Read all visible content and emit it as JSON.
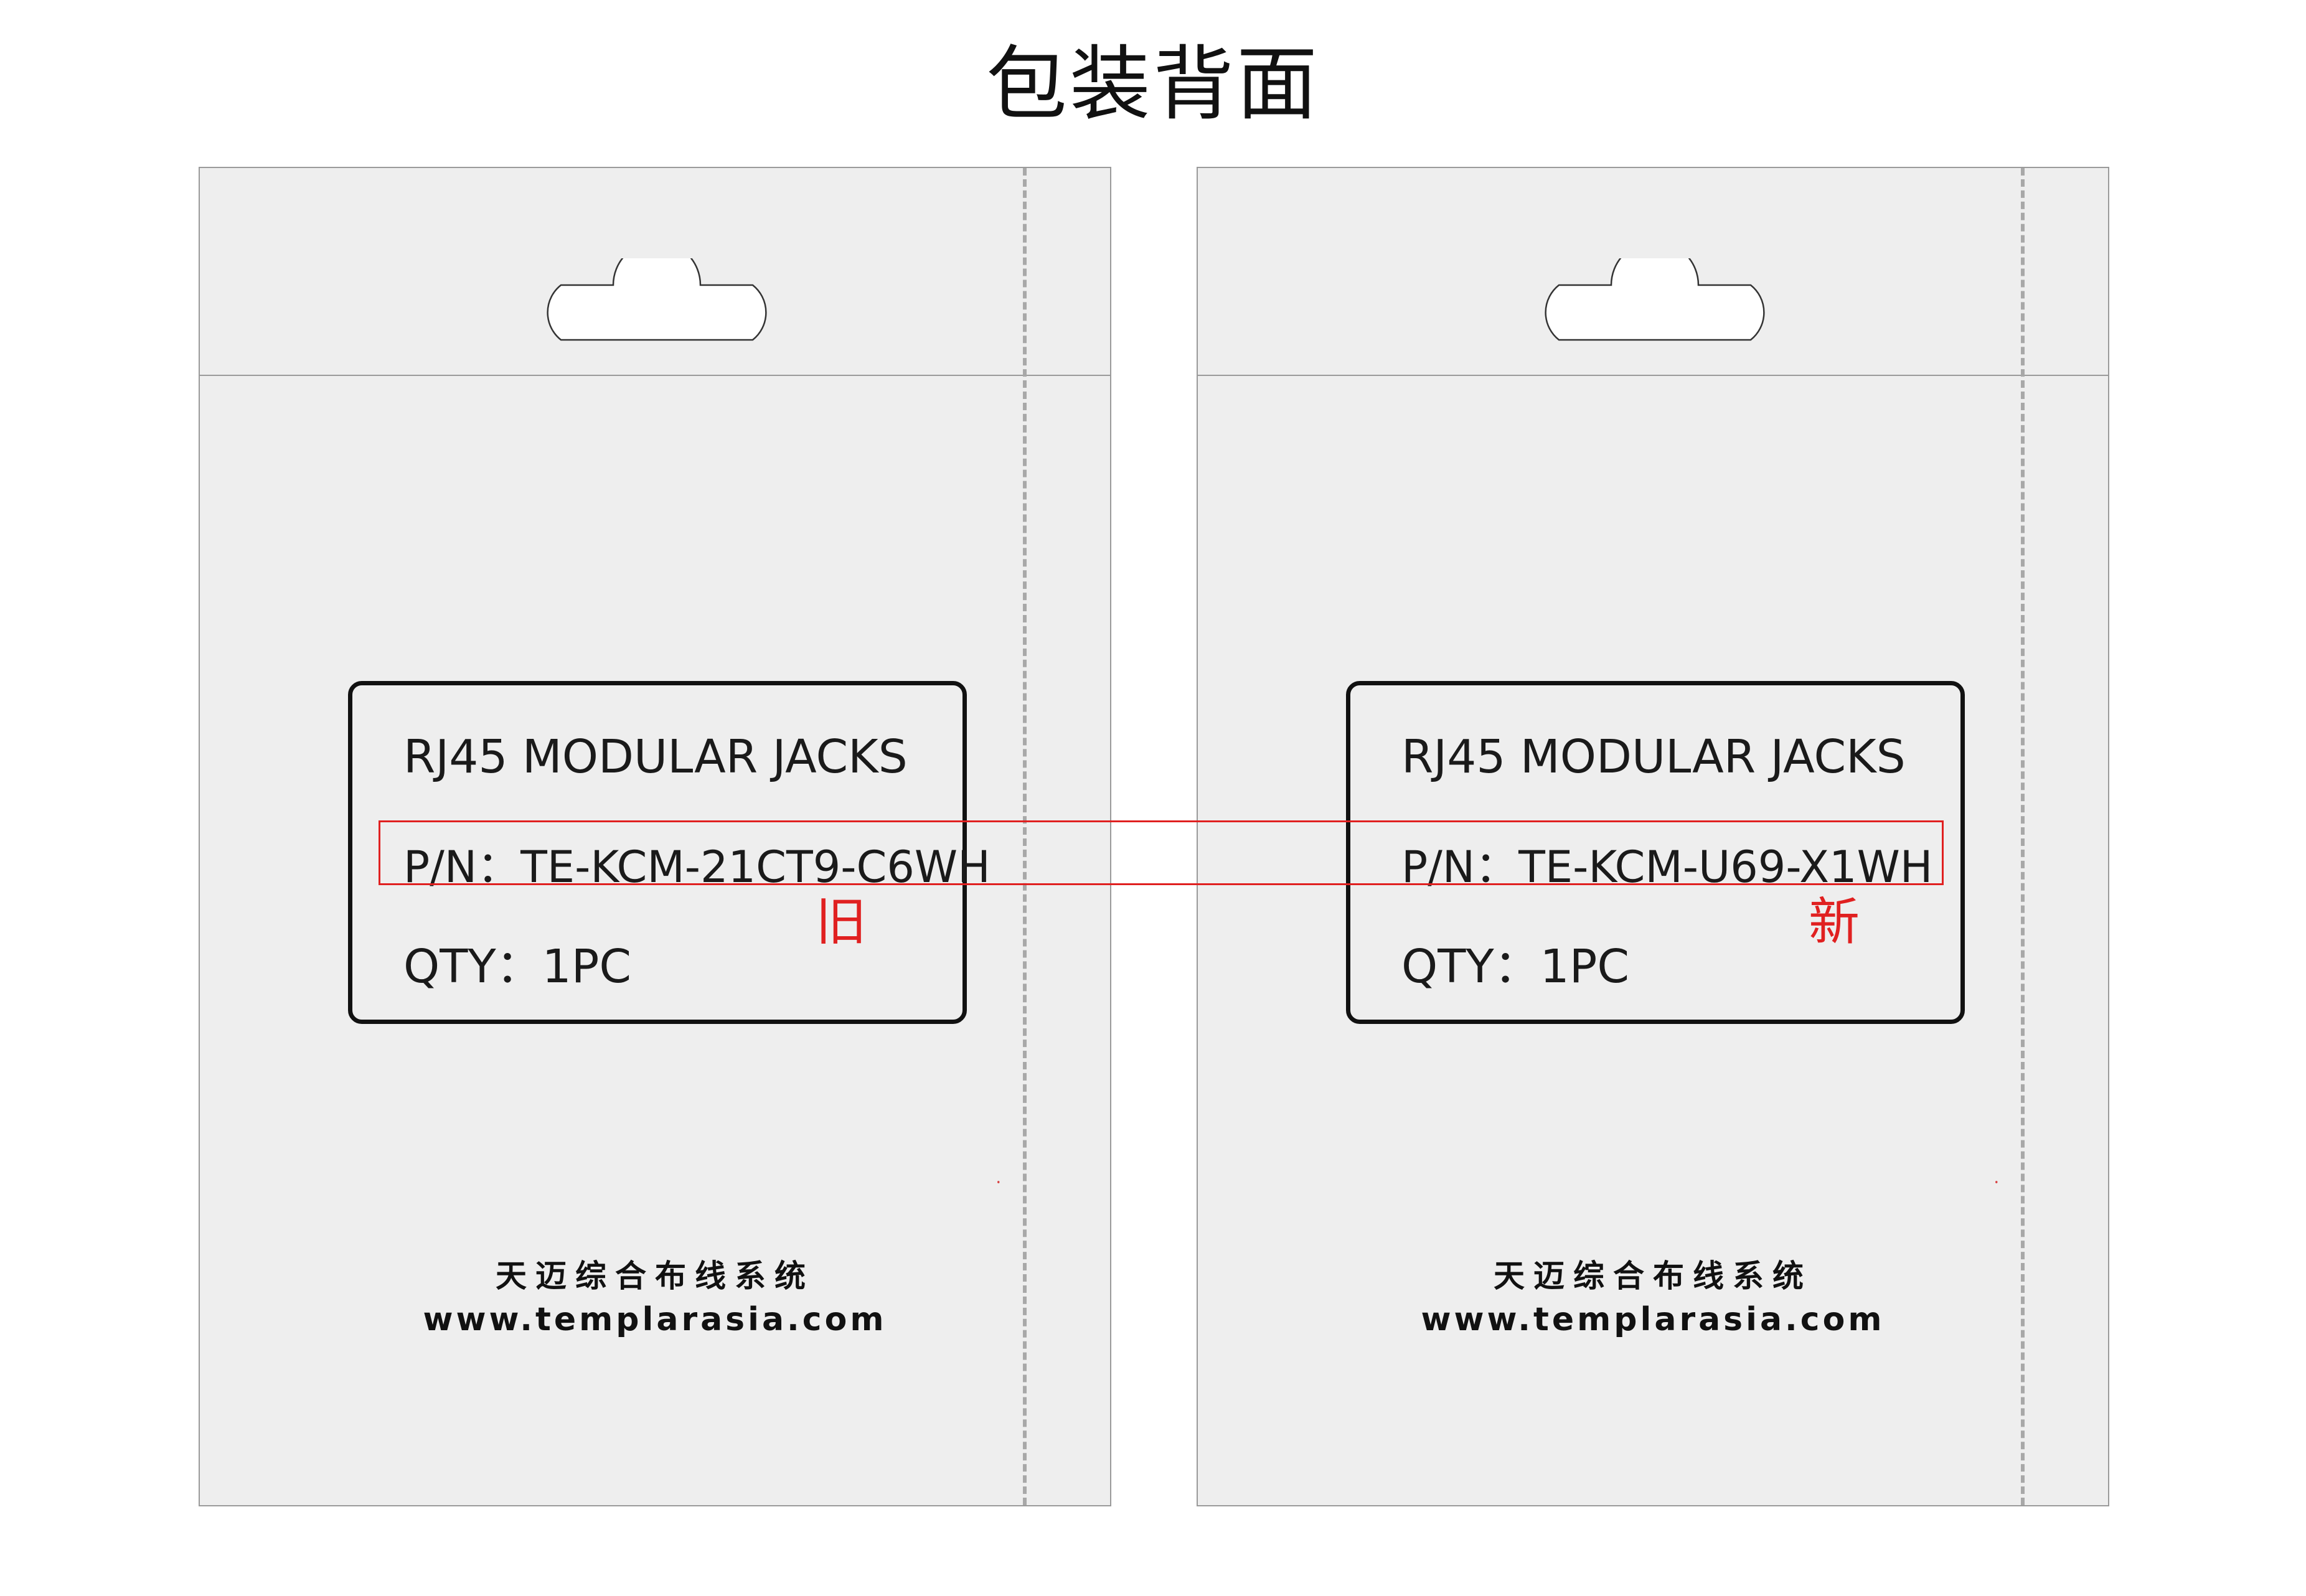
{
  "page": {
    "title": "包装背面"
  },
  "packages": [
    {
      "label": {
        "product": "RJ45 MODULAR JACKS",
        "part_number": "P/N：TE-KCM-21CT9-C6WH",
        "quantity": "QTY：1PC"
      },
      "brand_name": "天迈综合布线系统",
      "website": "www.templarasia.com"
    },
    {
      "label": {
        "product": "RJ45 MODULAR JACKS",
        "part_number": "P/N：TE-KCM-U69-X1WH",
        "quantity": "QTY：1PC"
      },
      "brand_name": "天迈综合布线系统",
      "website": "www.templarasia.com"
    }
  ],
  "annotations": {
    "old_tag": "旧",
    "new_tag": "新",
    "highlight_color": "#e02020"
  },
  "colors": {
    "package_fill": "#eeeeee",
    "package_outline": "#9a9a9a",
    "text": "#111111"
  }
}
